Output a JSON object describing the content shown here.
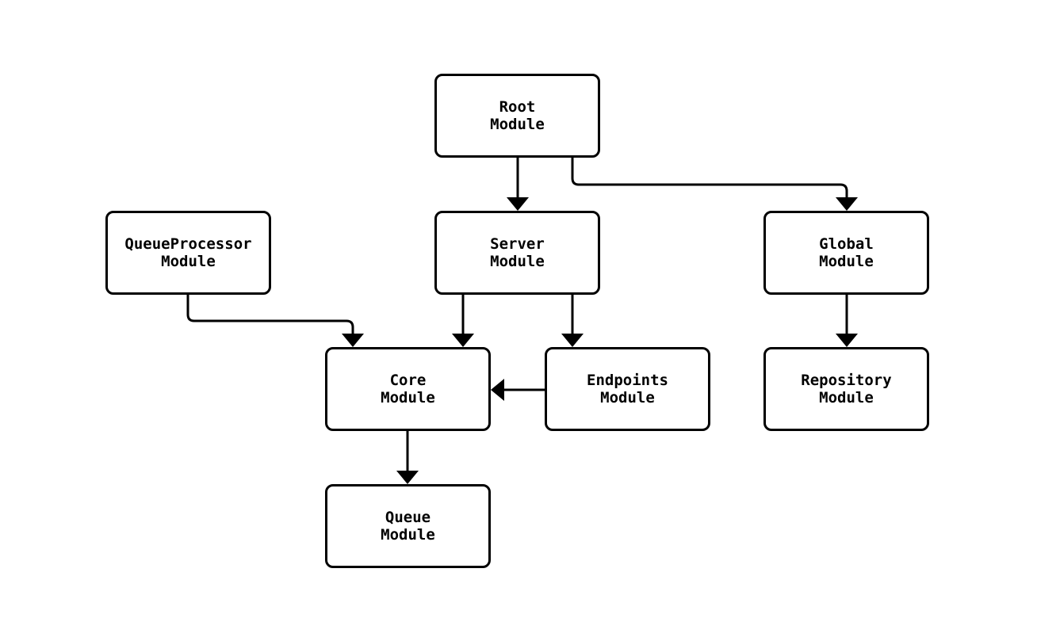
{
  "diagram": {
    "type": "flowchart",
    "direction": "top-down",
    "colors": {
      "background": "#ffffff",
      "node_fill": "#ffffff",
      "node_border": "#000000",
      "edge_stroke": "#000000",
      "text": "#000000"
    },
    "nodes": [
      {
        "id": "root",
        "label": "Root\nModule"
      },
      {
        "id": "queueprocessor",
        "label": "QueueProcessor\nModule"
      },
      {
        "id": "server",
        "label": "Server\nModule"
      },
      {
        "id": "global",
        "label": "Global\nModule"
      },
      {
        "id": "core",
        "label": "Core\nModule"
      },
      {
        "id": "endpoints",
        "label": "Endpoints\nModule"
      },
      {
        "id": "repository",
        "label": "Repository\nModule"
      },
      {
        "id": "queue",
        "label": "Queue\nModule"
      }
    ],
    "edges": [
      {
        "from": "root",
        "to": "server"
      },
      {
        "from": "root",
        "to": "global"
      },
      {
        "from": "queueprocessor",
        "to": "core"
      },
      {
        "from": "server",
        "to": "core"
      },
      {
        "from": "server",
        "to": "endpoints"
      },
      {
        "from": "endpoints",
        "to": "core"
      },
      {
        "from": "global",
        "to": "repository"
      },
      {
        "from": "core",
        "to": "queue"
      }
    ]
  }
}
